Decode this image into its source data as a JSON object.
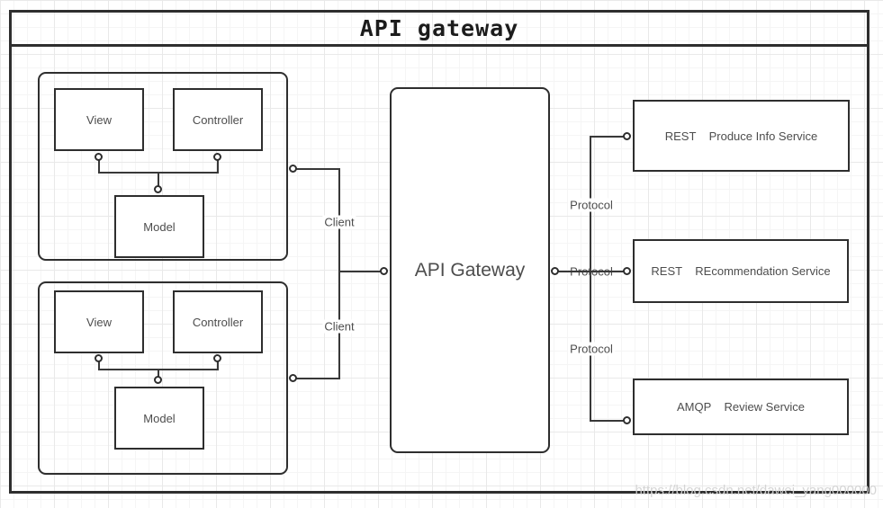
{
  "title": "API gateway",
  "watermark": "https://blog.csdn.net/dawei_yang000000",
  "mvc_groups": [
    {
      "view": "View",
      "controller": "Controller",
      "model": "Model"
    },
    {
      "view": "View",
      "controller": "Controller",
      "model": "Model"
    }
  ],
  "gateway_label": "API Gateway",
  "client_edges": [
    {
      "label": "Client"
    },
    {
      "label": "Client"
    }
  ],
  "protocol_edges": [
    {
      "label": "Protocol"
    },
    {
      "label": "Protocol"
    },
    {
      "label": "Protocol"
    }
  ],
  "services": [
    {
      "label": "REST    Produce Info Service"
    },
    {
      "label": "REST    REcommendation Service"
    },
    {
      "label": "AMQP    Review Service"
    }
  ],
  "colors": {
    "stroke": "#2e2e2e",
    "line": "#383838",
    "text": "#4d4d4d",
    "title_text": "#1c1c1c",
    "grid_minor": "#f5f5f5",
    "grid_major": "#e9e9e9",
    "background": "#ffffff",
    "watermark": "#d3d3d3"
  }
}
